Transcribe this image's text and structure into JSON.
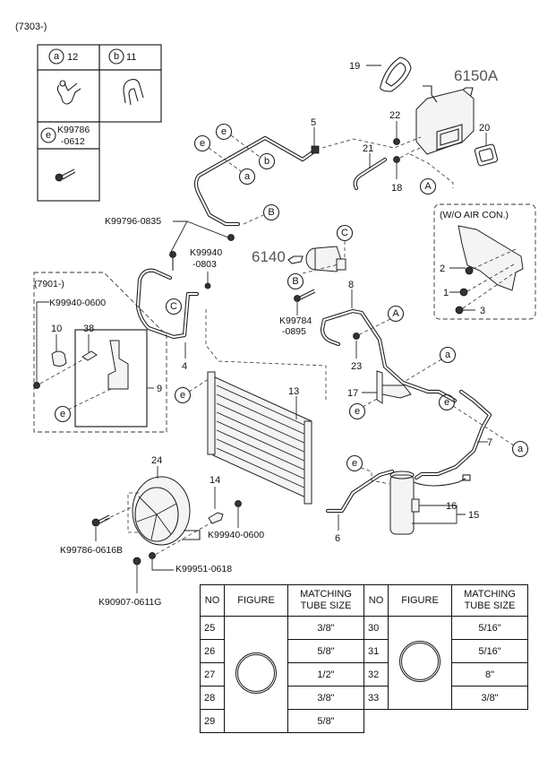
{
  "diagram": {
    "title": "A/C system parts diagram",
    "range_top": "(7303-)",
    "legend": {
      "a": {
        "symbol": "a",
        "part": "12"
      },
      "b": {
        "symbol": "b",
        "part": "11"
      },
      "e": {
        "symbol": "e",
        "part_line1": "K99786",
        "part_line2": "-0612"
      }
    },
    "group_labels": {
      "evaporator_ref": "6150A",
      "compressor_ref": "6140",
      "wo_aircon": "(W/O AIR CON.)",
      "range_7901": "(7901-)"
    },
    "callouts": {
      "A": "A",
      "B": "B",
      "C": "C",
      "a": "a",
      "b": "b",
      "e": "e"
    },
    "part_numbers": {
      "p1": "1",
      "p2": "2",
      "p3": "3",
      "p4": "4",
      "p5": "5",
      "p6": "6",
      "p7": "7",
      "p8": "8",
      "p9": "9",
      "p10": "10",
      "p13": "13",
      "p14": "14",
      "p15": "15",
      "p16": "16",
      "p17": "17",
      "p18": "18",
      "p19": "19",
      "p20": "20",
      "p21": "21",
      "p22": "22",
      "p23": "23",
      "p24": "24",
      "p38": "38"
    },
    "hardware": {
      "k99796_0835": "K99796-0835",
      "k99940_0803_l1": "K99940",
      "k99940_0803_l2": "-0803",
      "k99784_0895_l1": "K99784",
      "k99784_0895_l2": "-0895",
      "k99940_0600_a": "K99940-0600",
      "k99940_0600_b": "K99940-0600",
      "k99786_0616b": "K99786-0616B",
      "k99951_0618": "K99951-0618",
      "k90907_0611g": "K90907-0611G"
    }
  },
  "table": {
    "headers": {
      "no": "NO",
      "figure": "FIGURE",
      "size_l1": "MATCHING",
      "size_l2": "TUBE SIZE"
    },
    "left_rows": [
      {
        "no": "25",
        "size": "3/8\""
      },
      {
        "no": "26",
        "size": "5/8\""
      },
      {
        "no": "27",
        "size": "1/2\""
      },
      {
        "no": "28",
        "size": "3/8\""
      },
      {
        "no": "29",
        "size": "5/8\""
      }
    ],
    "right_rows": [
      {
        "no": "30",
        "size": "5/16\""
      },
      {
        "no": "31",
        "size": "5/16\""
      },
      {
        "no": "32",
        "size": "8\""
      },
      {
        "no": "33",
        "size": "3/8\""
      }
    ],
    "figure_icon": "o-ring-icon"
  }
}
